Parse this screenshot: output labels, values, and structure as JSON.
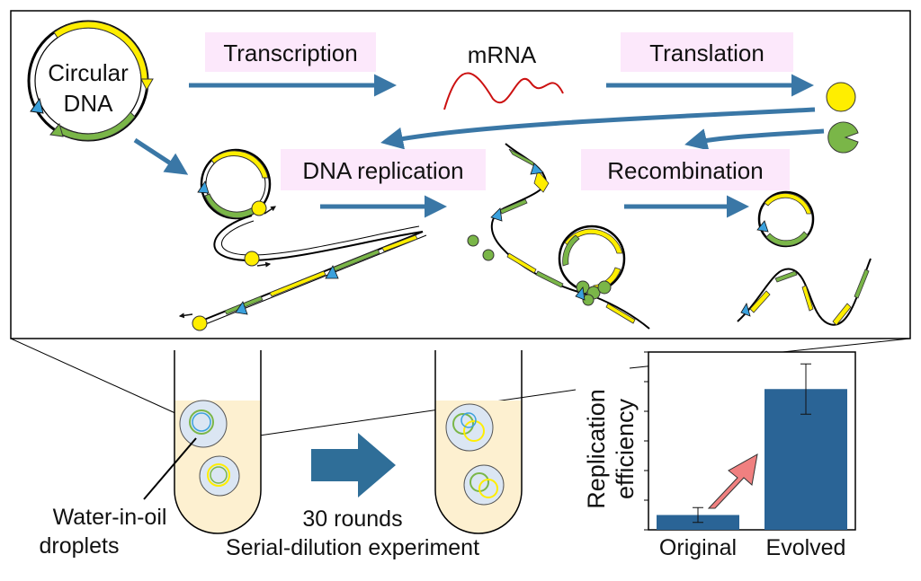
{
  "top_panel": {
    "circular_dna_line1": "Circular",
    "circular_dna_line2": "DNA",
    "transcription": "Transcription",
    "mrna": "mRNA",
    "translation": "Translation",
    "dna_replication": "DNA replication",
    "recombination": "Recombination"
  },
  "bottom_panel": {
    "droplets_line1": "Water-in-oil",
    "droplets_line2": "droplets",
    "rounds": "30 rounds",
    "experiment": "Serial-dilution experiment"
  },
  "chart_data": {
    "type": "bar",
    "categories": [
      "Original",
      "Evolved"
    ],
    "values": [
      1,
      9.5
    ],
    "errors": [
      0.5,
      1.7
    ],
    "ylabel_line1": "Replication",
    "ylabel_line2": "efficiency",
    "ylim": [
      0,
      12
    ],
    "grid": false
  },
  "colors": {
    "label_bg": "#fce8fb",
    "arrow": "#3a77a6",
    "yellow": "#ffee00",
    "green": "#7ab648",
    "blue_tri": "#3aa0dc",
    "mrna": "#cc1111",
    "bar": "#2a6496",
    "tube_fill": "#fdf0d0",
    "droplet": "#dbe6f3",
    "big_arrow": "#2f6e98",
    "pink_arrow": "#f08080"
  }
}
